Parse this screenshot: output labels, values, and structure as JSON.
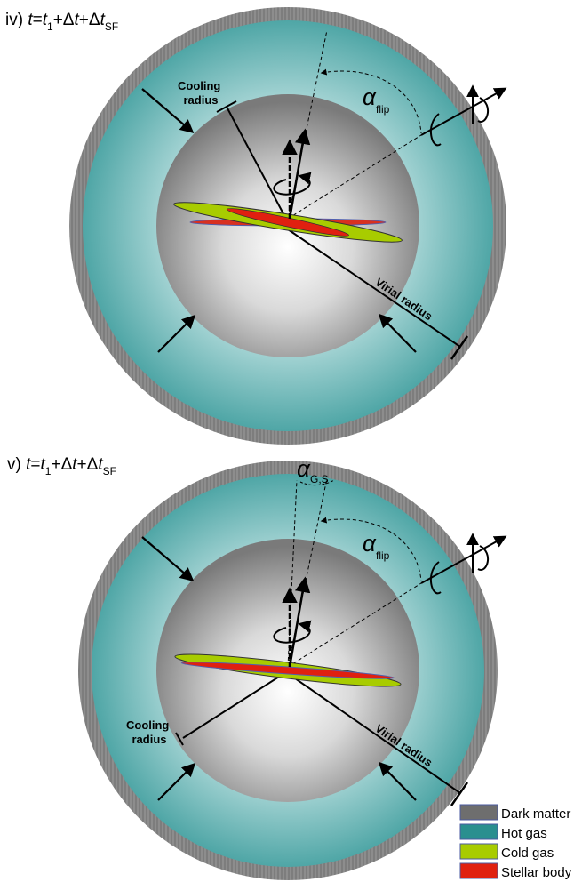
{
  "panels": [
    {
      "id": "iv",
      "title": {
        "prefix": "iv) ",
        "t": "t",
        "eq": "=",
        "t1": "t",
        "sub1": "1",
        "plus1": "+Δ",
        "dt": "t",
        "plus2": "+Δ",
        "dtsf": "t",
        "subsf": "SF"
      },
      "cooling_label": [
        "Cooling",
        "radius"
      ],
      "virial_label": "Virial radius",
      "alpha_flip": {
        "symbol": "α",
        "sub": "flip"
      }
    },
    {
      "id": "v",
      "title": {
        "prefix": "v) ",
        "t": "t",
        "eq": "=",
        "t1": "t",
        "sub1": "1",
        "plus1": "+Δ",
        "dt": "t",
        "plus2": "+Δ",
        "dtsf": "t",
        "subsf": "SF"
      },
      "cooling_label": [
        "Cooling",
        "radius"
      ],
      "virial_label": "Virial radius",
      "alpha_flip": {
        "symbol": "α",
        "sub": "flip"
      },
      "alpha_gs": {
        "symbol": "α",
        "sub": "G,S"
      }
    }
  ],
  "legend": {
    "items": [
      {
        "label": "Dark matter",
        "color": "#6e6e6e"
      },
      {
        "label": "Hot gas",
        "color": "#2a8f8f"
      },
      {
        "label": "Cold gas",
        "color": "#a8cc00"
      },
      {
        "label": "Stellar body",
        "color": "#e02010"
      }
    ]
  }
}
